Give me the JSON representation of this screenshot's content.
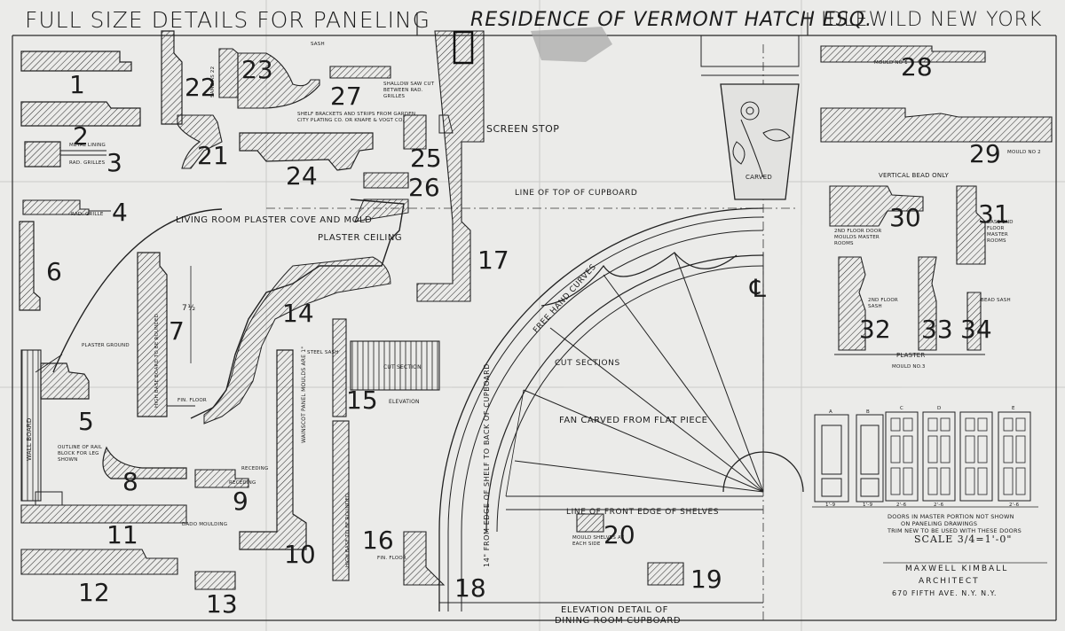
{
  "sheet": {
    "title": "FULL SIZE DETAILS FOR PANELING",
    "project": "RESIDENCE OF VERMONT HATCH ESQ.",
    "location": "IDLEWILD NEW YORK",
    "architect_name": "MAXWELL KIMBALL",
    "architect_role": "ARCHITECT",
    "architect_address": "670 FIFTH AVE. N.Y. N.Y.",
    "bottom_title_1": "ELEVATION DETAIL OF",
    "bottom_title_2": "DINING ROOM CUPBOARD"
  },
  "detail_numbers": [
    "1",
    "2",
    "3",
    "4",
    "5",
    "6",
    "7",
    "8",
    "9",
    "10",
    "11",
    "12",
    "13",
    "14",
    "15",
    "16",
    "17",
    "18",
    "19",
    "20",
    "21",
    "22",
    "23",
    "24",
    "25",
    "26",
    "27",
    "28",
    "29",
    "30",
    "31",
    "32",
    "33",
    "34"
  ],
  "labels": {
    "living_room_cove": "LIVING ROOM PLASTER COVE AND MOLD",
    "plaster_ceiling": "PLASTER CEILING",
    "plaster_ground": "PLASTER GROUND",
    "wall_board": "WALL BOARD",
    "screen_stop": "SCREEN STOP",
    "line_top_cupboard": "LINE OF TOP OF CUPBOARD",
    "free_hand_curves": "FREE HAND CURVES",
    "cut_sections": "CUT SECTIONS",
    "fan_carved": "FAN CARVED FROM FLAT PIECE",
    "line_front_edge": "LINE OF FRONT EDGE OF SHELVES",
    "edge_of_shelf": "14\" FROM EDGE OF SHELF TO BACK OF CUPBOARD",
    "carved": "CARVED",
    "cut_section": "CUT SECTION",
    "elevation": "ELEVATION",
    "vertical_bead": "VERTICAL BEAD ONLY",
    "plaster": "PLASTER",
    "mould_no3": "MOULD NO.3",
    "mould_no1": "MOULD NO 1",
    "mould_no2": "MOULD NO 2",
    "shelf_brackets": "SHELF BRACKETS AND STRIPS FROM GARDEN CITY PLATING CO. OR KNAPE & VOGT CO.",
    "shallow_saw_cut": "SHALLOW SAW CUT BETWEEN RAD. GRILLES",
    "wainscot_moulds": "WAINSCOT PANEL MOULDS ARE 1\"",
    "high_baseboard_1": "HIGH BASE BOARD TO BE ROUNDED",
    "high_baseboard_2": "HIGH BASE TO BE ROUNDED",
    "finish_floor": "FIN. FLOOR",
    "finish_floor_2": "FIN. FLOOR",
    "doors_note_1": "DOORS IN MASTER PORTION NOT SHOWN",
    "doors_note_2": "ON PANELING DRAWINGS",
    "doors_note_3": "TRIM NEW TO BE USED WITH THESE DOORS",
    "scale": "SCALE 3/4=1'-0\"",
    "rad_grilles": "RAD. GRILLES",
    "metal_lining": "METAL LINING",
    "rad_grille": "RAD. GRILLE",
    "outline_of_rail": "OUTLINE OF RAIL BLOCK FOR LEG SHOWN",
    "dado_moulding": "DADO MOULDING",
    "receding": "RECEDING",
    "receding_2": "RECEDING",
    "steel_sash": "STEEL SASH",
    "second_floor_door": "2ND FLOOR DOOR MOULDS MASTER ROOMS",
    "base_2nd": "BASE 2ND FLOOR MASTER ROOMS",
    "second_floor_sash": "2ND FLOOR SASH",
    "bead_sash": "BEAD SASH",
    "moulds_shelves": "MOULD SHELVES AT EACH SIDE",
    "dim_7_half": "7½",
    "sash": "SASH",
    "same_as_22": "SAME AS 22"
  },
  "door_elevations": [
    {
      "label": "A"
    },
    {
      "label": "B"
    },
    {
      "label": "C"
    },
    {
      "label": "D"
    },
    {
      "label": "E"
    }
  ],
  "door_dims": [
    "1'-9",
    "1'-9",
    "2'-6",
    "2'-6",
    "2'-6"
  ]
}
